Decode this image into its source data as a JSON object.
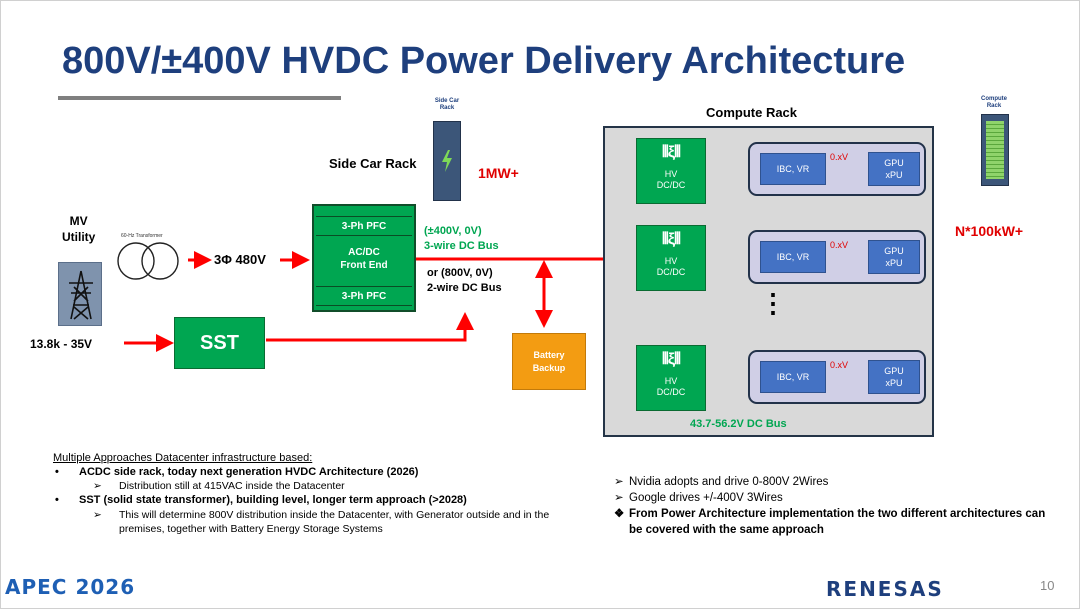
{
  "slide": {
    "title": "800V/±400V HVDC Power Delivery Architecture",
    "page_number": "10"
  },
  "diagram": {
    "mv_utility": "MV\nUtility",
    "transformer_label": "60-Hz Transformer",
    "voltage_3ph": "3Φ 480V",
    "mv_voltage": "13.8k - 35V",
    "sst": "SST",
    "side_car_rack": "Side Car Rack",
    "side_car_icon_label": "Side Car\nRack",
    "power_1mw": "1MW+",
    "pfc_top": "3-Ph PFC",
    "pfc_mid": "AC/DC\nFront End",
    "pfc_bottom": "3-Ph PFC",
    "bus_3wire_v": "(±400V, 0V)",
    "bus_3wire": "3-wire DC Bus",
    "bus_2wire": "or (800V, 0V)\n2-wire DC Bus",
    "battery": "Battery\nBackup",
    "compute_rack": "Compute Rack",
    "compute_icon_label": "Compute\nRack",
    "power_n100kw": "N*100kW+",
    "hv_label": "HV\nDC/DC",
    "ibc_label": "IBC, VR",
    "gpu_label": "GPU\nxPU",
    "low_v": "0.xV",
    "dc_bus_48": "43.7-56.2V DC Bus",
    "ellipsis": "⋮"
  },
  "notes": {
    "heading": "Multiple Approaches Datacenter infrastructure based:",
    "b1": "ACDC side rack, today next generation HVDC Architecture (2026)",
    "b1_sub": "Distribution still at 415VAC inside the Datacenter",
    "b2": "SST (solid state transformer), building level, longer term approach (>2028)",
    "b2_sub": "This will determine 800V distribution inside the Datacenter, with Generator outside and in the premises, together with Battery Energy Storage Systems",
    "r1": "Nvidia adopts and drive 0-800V 2Wires",
    "r2": "Google drives +/-400V 3Wires",
    "r3": "From Power Architecture implementation the two different architectures can be covered with the same approach"
  },
  "footer": {
    "apec_logo": "APEC 2026",
    "renesas_logo": "RENESAS"
  },
  "colors": {
    "title": "#1e3f7d",
    "green": "#00a651",
    "red": "#ff0000",
    "orange": "#f39c12",
    "blue": "#4472c4"
  }
}
